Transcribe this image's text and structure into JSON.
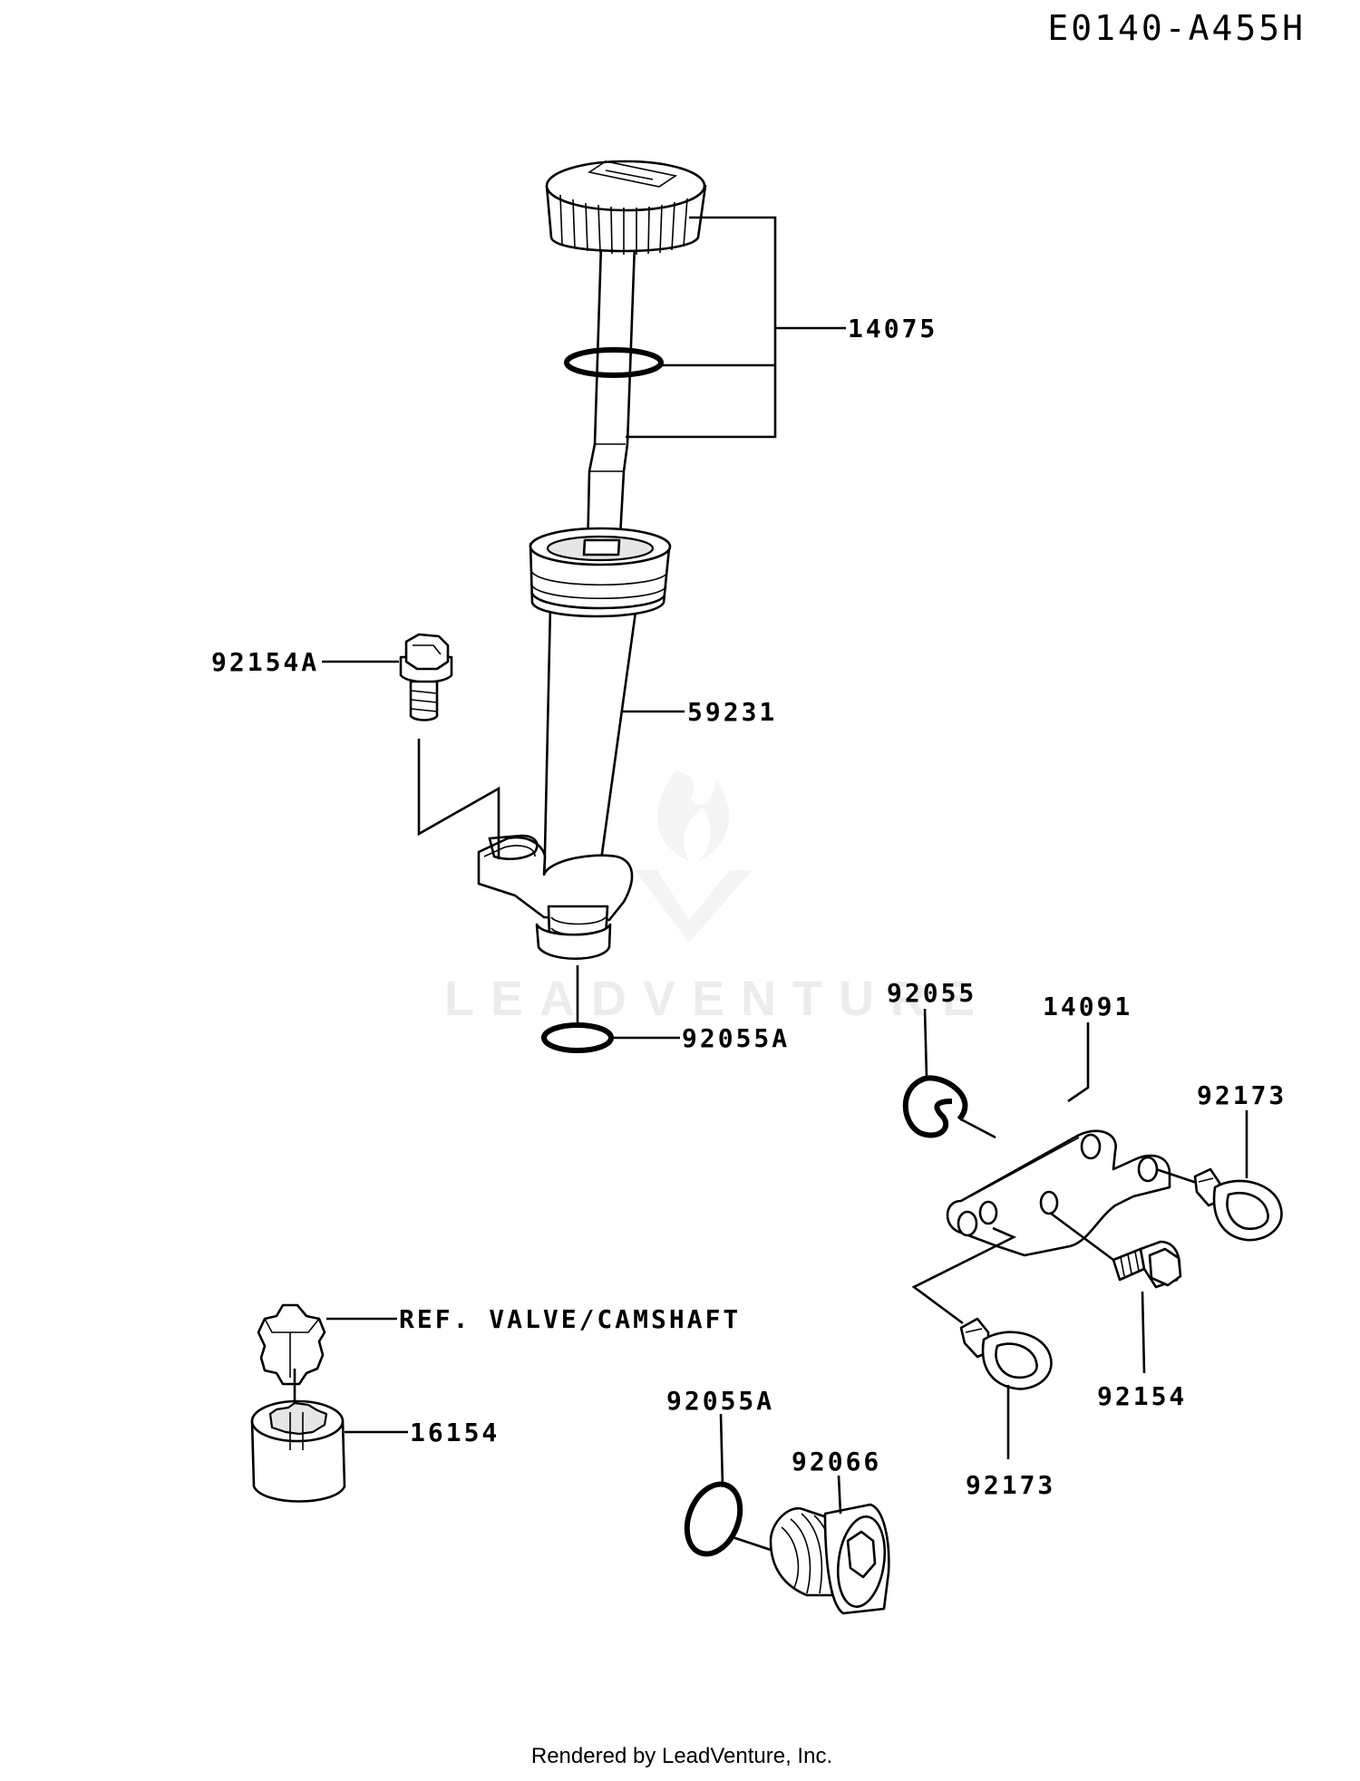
{
  "diagram": {
    "code": "E0140-A455H",
    "footer": "Rendered by LeadVenture, Inc.",
    "watermark": {
      "text": "LEADVENTURE",
      "logo": "leadventure-flame-logo"
    },
    "labels": {
      "p14075": "14075",
      "p59231": "59231",
      "p92154A": "92154A",
      "p92055A_top": "92055A",
      "p92055": "92055",
      "p14091": "14091",
      "p92173_right": "92173",
      "p92154": "92154",
      "p92173_bottom": "92173",
      "ref_valve": "REF. VALVE/CAMSHAFT",
      "p16154": "16154",
      "p92055A_bottom": "92055A",
      "p92066": "92066"
    }
  }
}
